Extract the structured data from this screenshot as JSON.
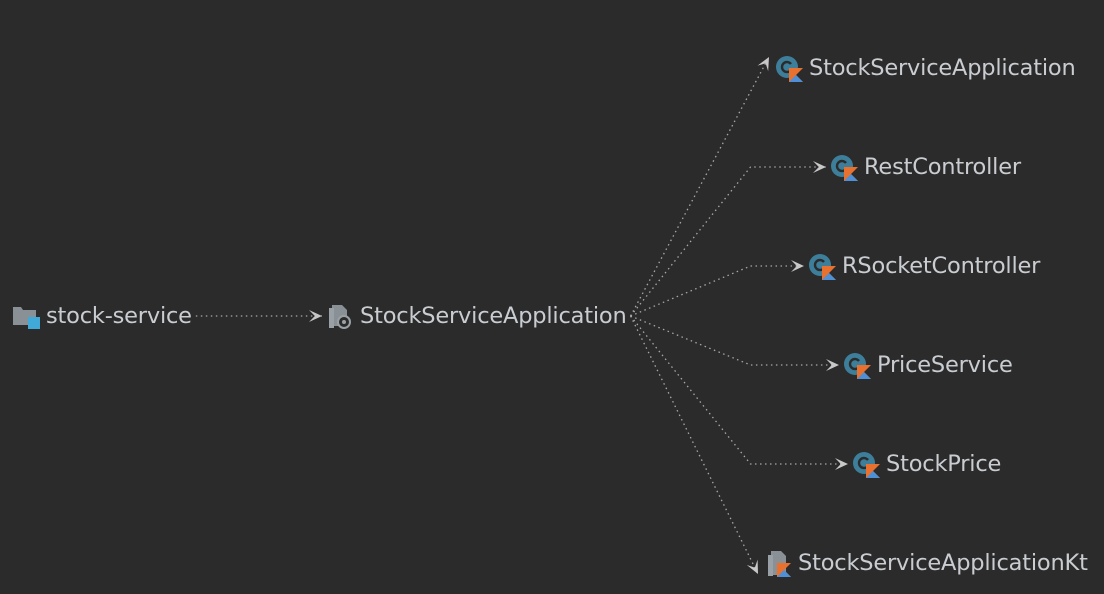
{
  "colors": {
    "background": "#2b2b2b",
    "text": "#c9cdd1",
    "edge": "#a8a8a8",
    "class_icon": "#3d7f9b",
    "kotlin_orange": "#e8712f",
    "kotlin_blue": "#4e8fd6",
    "module_folder": "#8a9196",
    "module_badge": "#40a9d8"
  },
  "nodes": {
    "module": {
      "label": "stock-service",
      "icon": "module-folder-icon"
    },
    "app": {
      "label": "StockServiceApplication",
      "icon": "spring-boot-app-icon"
    },
    "c1": {
      "label": "StockServiceApplication",
      "icon": "kotlin-class-icon"
    },
    "c2": {
      "label": "RestController",
      "icon": "kotlin-class-icon"
    },
    "c3": {
      "label": "RSocketController",
      "icon": "kotlin-class-icon"
    },
    "c4": {
      "label": "PriceService",
      "icon": "kotlin-class-icon"
    },
    "c5": {
      "label": "StockPrice",
      "icon": "kotlin-class-icon"
    },
    "c6": {
      "label": "StockServiceApplicationKt",
      "icon": "kotlin-file-icon"
    }
  },
  "edges": [
    {
      "from": "module",
      "to": "app"
    },
    {
      "from": "app",
      "to": "c1"
    },
    {
      "from": "app",
      "to": "c2"
    },
    {
      "from": "app",
      "to": "c3"
    },
    {
      "from": "app",
      "to": "c4"
    },
    {
      "from": "app",
      "to": "c5"
    },
    {
      "from": "app",
      "to": "c6"
    }
  ]
}
